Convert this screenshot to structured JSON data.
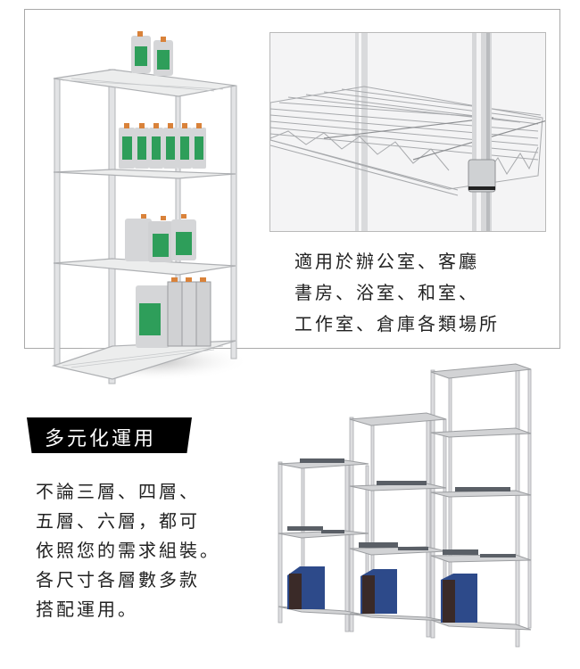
{
  "usage_panel": {
    "lines": [
      "適用於辦公室、客廳",
      "書房、浴室、和室、",
      "工作室、倉庫各類場所"
    ]
  },
  "feature_tag": {
    "label": "多元化運用"
  },
  "feature_description": {
    "lines": [
      "不論三層、四層、",
      "五層、六層，都可",
      "依照您的需求組裝。",
      "各尺寸各層數多款",
      "搭配運用。"
    ]
  },
  "images": {
    "main_rack": "4-tier chrome wire shelving unit with oil bottles",
    "detail_closeup": "close-up of wire shelf and pole sleeve connector",
    "rack_group": "3-tier, 4-tier and 5-tier wire racks with blue magazine files"
  },
  "colors": {
    "tag_background": "#000000",
    "tag_text": "#ffffff",
    "frame_border": "#a9a9a9",
    "chrome": "#d4d6d8",
    "bottle_green": "#2e9e5a",
    "bottle_cap": "#d9823a",
    "file_blue": "#2d4a8a"
  }
}
